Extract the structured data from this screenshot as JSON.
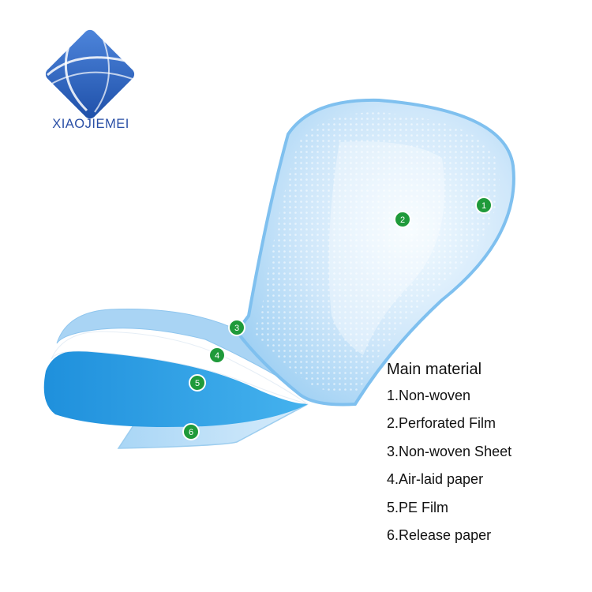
{
  "brand": {
    "name": "XIAOJIEMEI",
    "color": "#2a4fa6"
  },
  "colors": {
    "pad_light": "#d8ecfb",
    "pad_edge": "#7fc0ef",
    "pe_film": "#2d9fe6",
    "release_paper": "#bfe0f8",
    "marker": "#1f9a3a"
  },
  "diagram": {
    "markers": [
      "1",
      "2",
      "3",
      "4",
      "5",
      "6"
    ]
  },
  "materials": {
    "title": "Main material",
    "items": [
      "1.Non-woven",
      "2.Perforated Film",
      "3.Non-woven Sheet",
      "4.Air-laid paper",
      "5.PE Film",
      "6.Release paper"
    ]
  }
}
